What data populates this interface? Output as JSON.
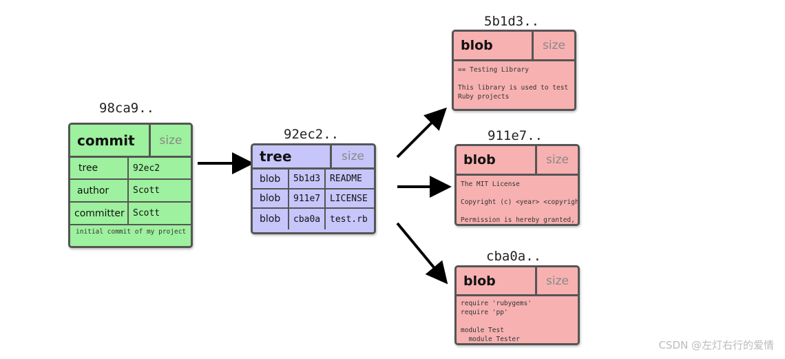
{
  "commit": {
    "hash": "98ca9..",
    "type": "commit",
    "size": "size",
    "rows": [
      {
        "key": "tree",
        "value": "92ec2"
      },
      {
        "key": "author",
        "value": "Scott"
      },
      {
        "key": "committer",
        "value": "Scott"
      }
    ],
    "message": "initial commit of my project"
  },
  "tree": {
    "hash": "92ec2..",
    "type": "tree",
    "size": "size",
    "rows": [
      {
        "kind": "blob",
        "sha": "5b1d3",
        "name": "README"
      },
      {
        "kind": "blob",
        "sha": "911e7",
        "name": "LICENSE"
      },
      {
        "kind": "blob",
        "sha": "cba0a",
        "name": "test.rb"
      }
    ]
  },
  "blobs": [
    {
      "hash": "5b1d3..",
      "type": "blob",
      "size": "size",
      "content": "== Testing Library\n\nThis library is used to test\nRuby projects"
    },
    {
      "hash": "911e7..",
      "type": "blob",
      "size": "size",
      "content": "The MIT License\n\nCopyright (c) <year> <copyright\n\nPermission is hereby granted,"
    },
    {
      "hash": "cba0a..",
      "type": "blob",
      "size": "size",
      "content": "require 'rubygems'\nrequire 'pp'\n\nmodule Test\n  module Tester"
    }
  ],
  "colors": {
    "commit": "#9ef19e",
    "tree": "#c6c6fb",
    "blob": "#f7b1b1",
    "border": "#555555"
  },
  "watermark": "CSDN @左灯右行的爱情"
}
